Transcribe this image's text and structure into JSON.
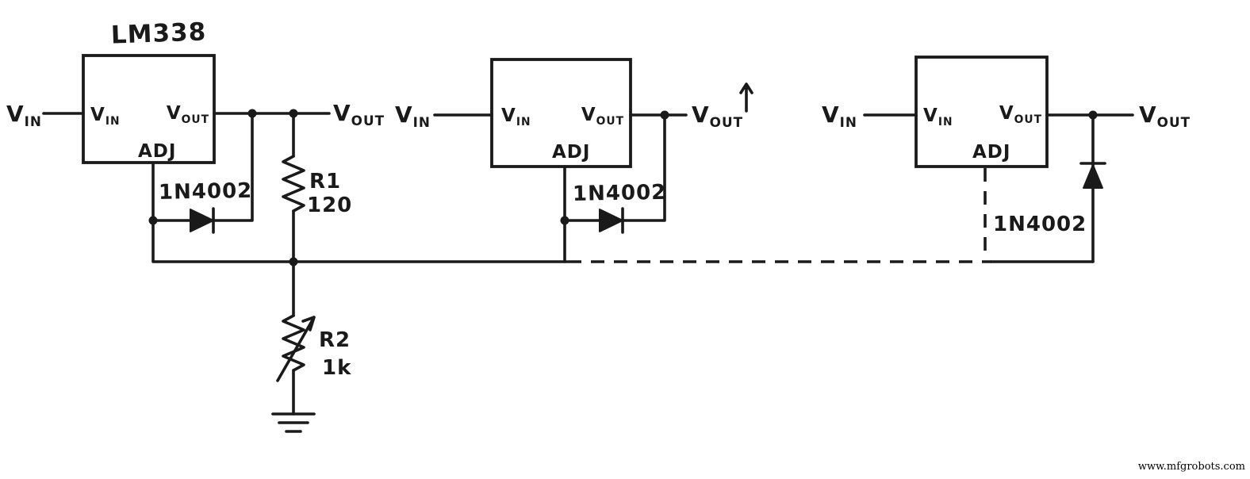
{
  "colors": {
    "ink": "#1a1a1a",
    "background": "#ffffff"
  },
  "watermark": "www.mfgrobots.com",
  "circuits": {
    "left": {
      "title": "LM338",
      "pins": {
        "vin": {
          "main": "V",
          "sub": "IN"
        },
        "vout": {
          "main": "V",
          "sub": "OUT"
        },
        "adj": "ADJ"
      },
      "input": {
        "main": "V",
        "sub": "IN"
      },
      "output": {
        "main": "V",
        "sub": "OUT"
      },
      "diode": "1N4002",
      "r1": {
        "name": "R1",
        "value": "120"
      },
      "r2": {
        "name": "R2",
        "value": "1k"
      }
    },
    "middle": {
      "pins": {
        "vin": {
          "main": "V",
          "sub": "IN"
        },
        "vout": {
          "main": "V",
          "sub": "OUT"
        },
        "adj": "ADJ"
      },
      "input": {
        "main": "V",
        "sub": "IN"
      },
      "output": {
        "main": "V",
        "sub": "OUT"
      },
      "diode": "1N4002"
    },
    "right": {
      "pins": {
        "vin": {
          "main": "V",
          "sub": "IN"
        },
        "vout": {
          "main": "V",
          "sub": "OUT"
        },
        "adj": "ADJ"
      },
      "input": {
        "main": "V",
        "sub": "IN"
      },
      "output": {
        "main": "V",
        "sub": "OUT"
      },
      "diode": "1N4002"
    }
  }
}
